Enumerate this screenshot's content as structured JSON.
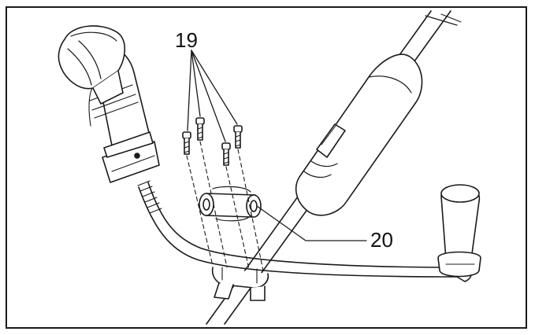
{
  "figure": {
    "callouts": [
      {
        "id": "19",
        "label": "19"
      },
      {
        "id": "20",
        "label": "20"
      }
    ],
    "colors": {
      "line": "#1a1a1a",
      "fill": "#ffffff",
      "shade": "#e6e6e6",
      "dark": "#555555"
    }
  }
}
